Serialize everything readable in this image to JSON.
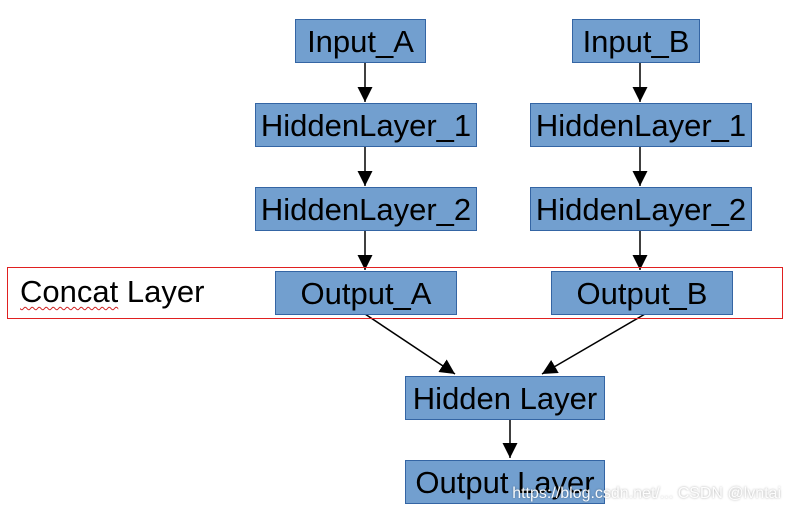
{
  "diagram": {
    "nodes": {
      "input_a": "Input_A",
      "input_b": "Input_B",
      "hidden_a1": "HiddenLayer_1",
      "hidden_b1": "HiddenLayer_1",
      "hidden_a2": "HiddenLayer_2",
      "hidden_b2": "HiddenLayer_2",
      "output_a": "Output_A",
      "output_b": "Output_B",
      "hidden_layer": "Hidden Layer",
      "output_layer": "Output Layer"
    },
    "concat": {
      "label_word": "Concat",
      "label_rest": " Layer"
    },
    "edges": [
      [
        "input_a",
        "hidden_a1"
      ],
      [
        "hidden_a1",
        "hidden_a2"
      ],
      [
        "hidden_a2",
        "output_a"
      ],
      [
        "input_b",
        "hidden_b1"
      ],
      [
        "hidden_b1",
        "hidden_b2"
      ],
      [
        "hidden_b2",
        "output_b"
      ],
      [
        "output_a",
        "hidden_layer"
      ],
      [
        "output_b",
        "hidden_layer"
      ],
      [
        "hidden_layer",
        "output_layer"
      ]
    ],
    "colors": {
      "node_fill": "#729fcf",
      "node_border": "#3465a4",
      "concat_border": "#e02020",
      "edge": "#000000"
    }
  },
  "watermark": "https://blog.csdn.net/...  CSDN @lvntai"
}
